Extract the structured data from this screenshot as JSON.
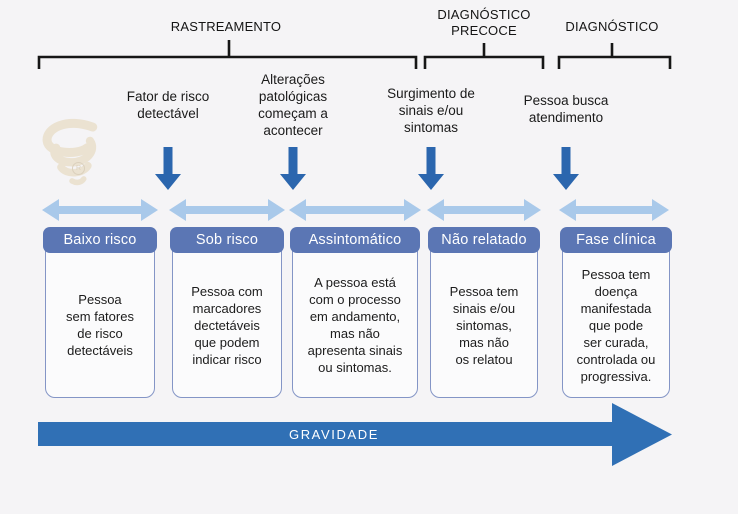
{
  "diagram": {
    "phases": [
      {
        "label": "RASTREAMENTO"
      },
      {
        "label": "DIAGNÓSTICO\nPRECOCE"
      },
      {
        "label": "DIAGNÓSTICO"
      }
    ],
    "events": [
      {
        "label": "Fator de risco\ndetectável"
      },
      {
        "label": "Alterações\npatológicas\ncomeçam a\nacontecer"
      },
      {
        "label": "Surgimento de\nsinais e/ou\nsintomas"
      },
      {
        "label": "Pessoa busca\natendimento"
      }
    ],
    "stages": [
      {
        "title": "Baixo risco",
        "description": "Pessoa\nsem fatores\nde risco\ndetectáveis"
      },
      {
        "title": "Sob risco",
        "description": "Pessoa com\nmarcadores\ndectetáveis\nque podem\nindicar risco"
      },
      {
        "title": "Assintomático",
        "description": "A pessoa está\ncom o processo\nem andamento,\nmas não\napresenta sinais\nou sintomas."
      },
      {
        "title": "Não relatado",
        "description": "Pessoa tem\nsinais e/ou\nsintomas,\nmas não\nos relatou"
      },
      {
        "title": "Fase clínica",
        "description": "Pessoa tem\ndoença\nmanifestada\nque pode\nser curada,\ncontrolada ou\nprogressiva."
      }
    ],
    "severity": {
      "label": "GRAVIDADE"
    },
    "watermark": {
      "symbol": "R"
    },
    "colors": {
      "background": "#f5f4f6",
      "bracket_black": "#161616",
      "strong_blue": "#2b66ae",
      "light_blue": "#a9c9ea",
      "header_blue": "#5b76b4",
      "box_border": "#8495c6",
      "severity_blue": "#3070b5",
      "watermark_beige": "#ebe2d1",
      "text": "#1a1a1a"
    }
  }
}
